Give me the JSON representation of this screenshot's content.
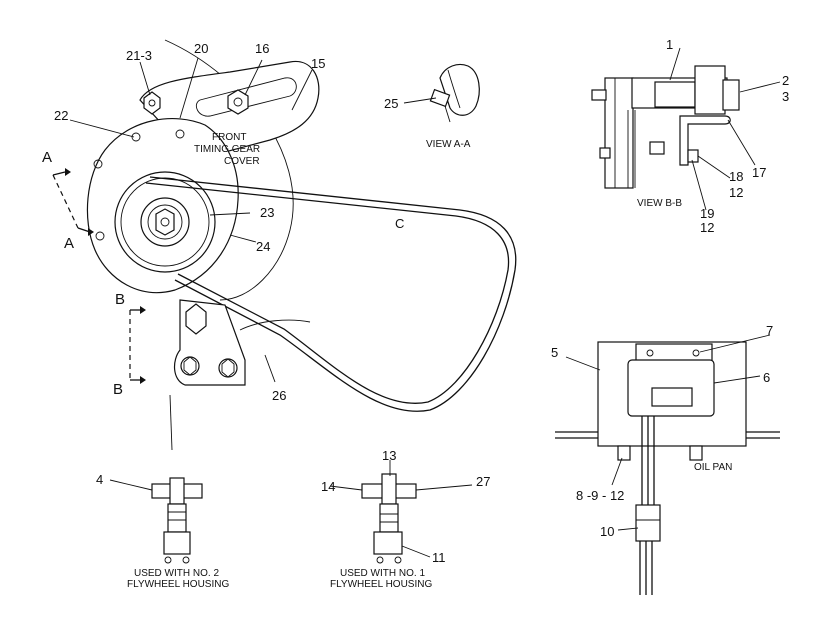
{
  "callouts": {
    "n1": "1",
    "n2": "2",
    "n3": "3",
    "n4": "4",
    "n5": "5",
    "n6": "6",
    "n7": "7",
    "n10": "10",
    "n11": "11",
    "n13": "13",
    "n14": "14",
    "n15": "15",
    "n16": "16",
    "n17": "17",
    "n18": "18",
    "n18b": "12",
    "n19": "19",
    "n19b": "12",
    "n20": "20",
    "n21": "21-3",
    "n22": "22",
    "n23": "23",
    "n24": "24",
    "n25": "25",
    "n26": "26",
    "n27": "27",
    "n8": "8 -9 - 12",
    "c": "C"
  },
  "section_marks": {
    "a_top": "A",
    "a_bottom": "A",
    "b_top": "B",
    "b_bottom": "B"
  },
  "captions": {
    "front_timing_1": "FRONT",
    "front_timing_2": "TIMING GEAR",
    "front_timing_3": "COVER",
    "view_aa": "VIEW A-A",
    "view_bb": "VIEW B-B",
    "oil_pan": "OIL PAN",
    "used_no2_1": "USED WITH NO. 2",
    "used_no2_2": "FLYWHEEL HOUSING",
    "used_no1_1": "USED WITH NO. 1",
    "used_no1_2": "FLYWHEEL HOUSING"
  }
}
